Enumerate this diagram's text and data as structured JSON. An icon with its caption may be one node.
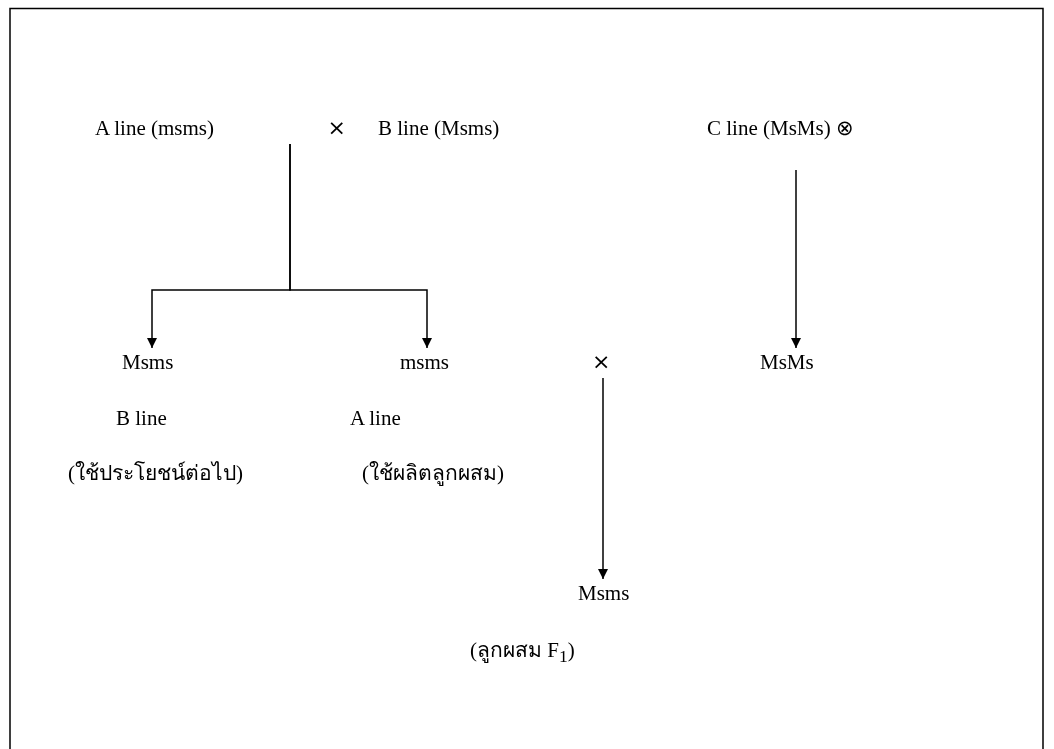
{
  "diagram": {
    "nodes": [
      {
        "text": [
          "A line (msms)"
        ]
      },
      {
        "text": [
          "×"
        ]
      },
      {
        "text": [
          "B line (Msms)"
        ]
      },
      {
        "text": [
          "C line (MsMs) ⊗"
        ]
      },
      {
        "text": [
          "Msms"
        ],
        "beside": [
          "B line",
          "(ใช้ประโยชน์ต่อไป)"
        ]
      },
      {
        "text": [
          "msms"
        ],
        "beside": [
          "A line",
          "(ใช้ผลิตลูกผสม)"
        ]
      },
      {
        "text": [
          "×"
        ]
      },
      {
        "text": [
          "MsMs"
        ]
      },
      {
        "text": [
          "Msms"
        ],
        "beside": [
          "(ลูกผสม F$_{1}$)"
        ]
      }
    ],
    "edges": [
      {
        "from": 1,
        "to": 4,
        "arrow": "to"
      },
      {
        "from": 1,
        "to": 5,
        "arrow": "to"
      },
      {
        "from": 3,
        "to": 7,
        "arrow": "to"
      },
      {
        "from": 6,
        "to": 8,
        "arrow": "to"
      }
    ]
  }
}
